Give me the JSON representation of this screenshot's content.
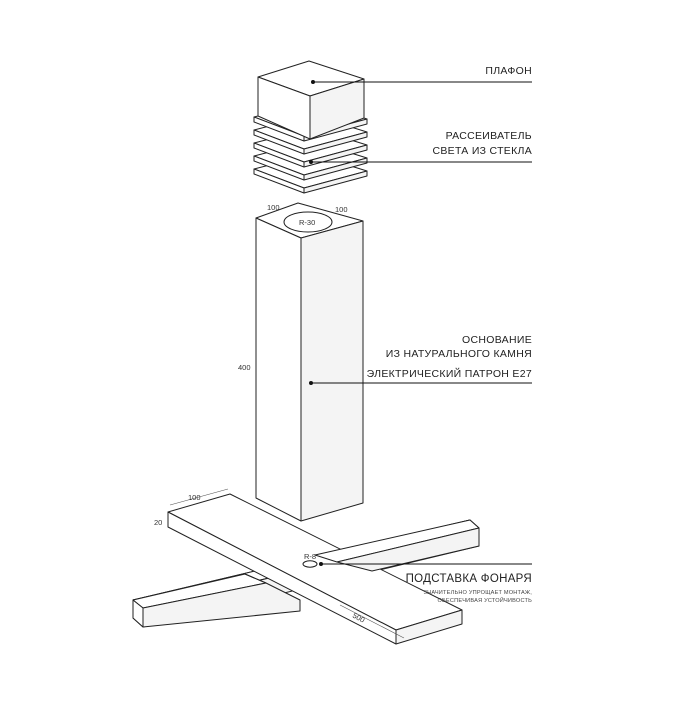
{
  "labels": {
    "plafond": "ПЛАФОН",
    "diffuser_line1": "РАССЕИВАТЕЛЬ",
    "diffuser_line2": "СВЕТА ИЗ СТЕКЛА",
    "base_line1": "ОСНОВАНИЕ",
    "base_line2": "ИЗ НАТУРАЛЬНОГО КАМНЯ",
    "socket": "ЭЛЕКТРИЧЕСКИЙ ПАТРОН Е27",
    "stand": "ПОДСТАВКА ФОНАРЯ",
    "stand_note_line1": "ЗНАЧИТЕЛЬНО УПРОЩАЕТ МОНТАЖ,",
    "stand_note_line2": "ОБЕСПЕЧИВАЯ УСТОЙЧИВОСТЬ"
  },
  "dimensions": {
    "top_left": "100",
    "top_right": "100",
    "top_hole": "R-30",
    "height": "400",
    "stand_width": "100",
    "stand_thickness": "20",
    "stand_hole": "R-8",
    "stand_length": "500"
  }
}
